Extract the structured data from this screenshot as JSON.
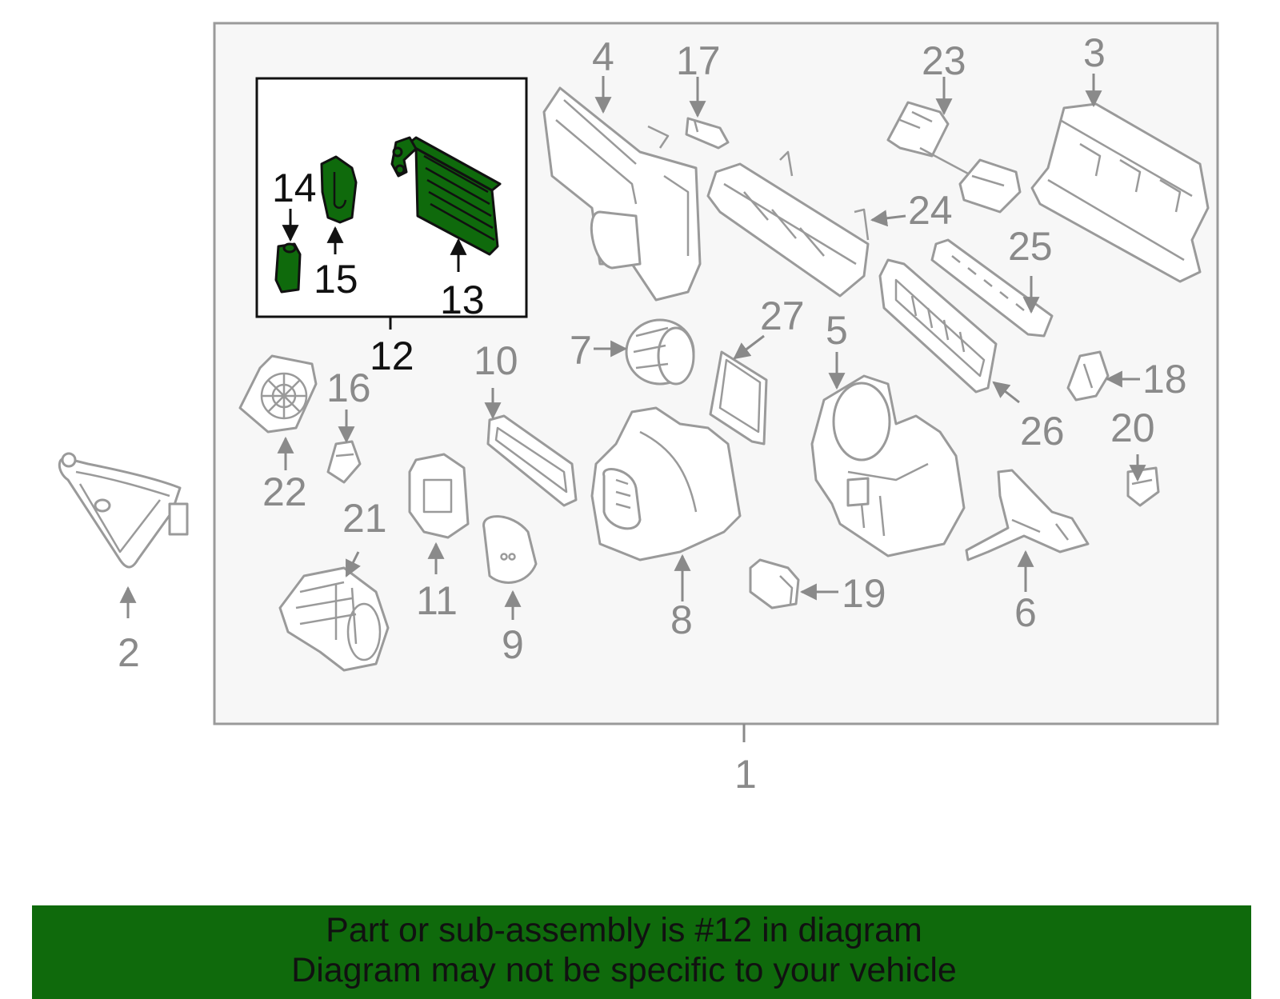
{
  "callouts": {
    "c1": "1",
    "c2": "2",
    "c3": "3",
    "c4": "4",
    "c5": "5",
    "c6": "6",
    "c7": "7",
    "c8": "8",
    "c9": "9",
    "c10": "10",
    "c11": "11",
    "c12": "12",
    "c13": "13",
    "c14": "14",
    "c15": "15",
    "c16": "16",
    "c17": "17",
    "c18": "18",
    "c19": "19",
    "c20": "20",
    "c21": "21",
    "c22": "22",
    "c23": "23",
    "c24": "24",
    "c25": "25",
    "c26": "26",
    "c27": "27"
  },
  "highlight_color": "#0f6a0c",
  "banner": {
    "line1": "Part or sub-assembly is #12 in diagram",
    "line2": "Diagram may not be specific to your vehicle"
  }
}
